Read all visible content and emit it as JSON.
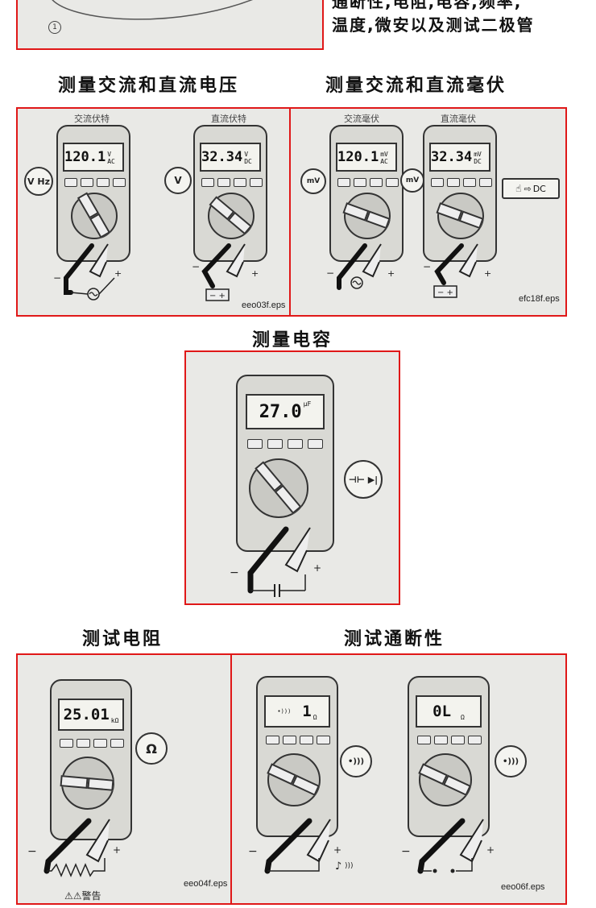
{
  "intro": {
    "line1": "通断性,电阻,电容,频率,",
    "line2": "温度,微安以及测试二极管",
    "callout_number": "1"
  },
  "sections": {
    "ac_dc_volts": {
      "title": "测量交流和直流电压",
      "left_caption": "交流伏特",
      "right_caption": "直流伏特",
      "left_reading": "120.1",
      "left_unit": "V AC",
      "right_reading": "32.34",
      "right_unit": "V DC",
      "left_callout": "V Hz",
      "right_callout": "V",
      "file": "eeo03f.eps"
    },
    "ac_dc_millivolts": {
      "title": "测量交流和直流毫伏",
      "left_caption": "交流毫伏",
      "right_caption": "直流毫伏",
      "left_reading": "120.1",
      "left_unit": "mV AC",
      "right_reading": "32.34",
      "right_unit": "mV DC",
      "left_callout": "mV",
      "right_callout": "mV",
      "dc_label": "DC",
      "file": "efc18f.eps"
    },
    "capacitance": {
      "title": "测量电容",
      "reading": "27.0",
      "unit": "µF",
      "callout": "⊣⊢ ▶|"
    },
    "resistance": {
      "title": "测试电阻",
      "reading": "25.01",
      "unit": "kΩ",
      "callout": "Ω",
      "file": "eeo04f.eps",
      "warning": "⚠⚠警告"
    },
    "continuity": {
      "title": "测试通断性",
      "left_reading": "1",
      "left_unit": "Ω",
      "right_reading": "0L",
      "right_unit": "Ω",
      "callout": "•)))",
      "file": "eeo06f.eps"
    }
  },
  "colors": {
    "frame": "#e01818",
    "photo_bg": "#e9e9e6",
    "ink": "#111111"
  }
}
